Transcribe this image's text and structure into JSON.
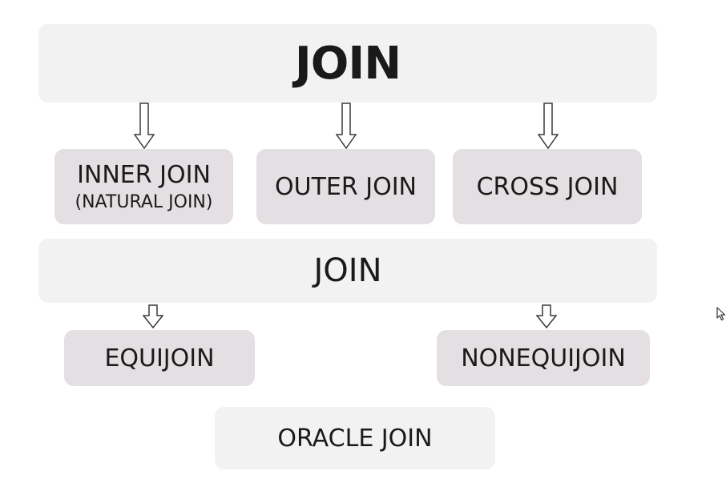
{
  "diagram": {
    "title": "JOIN",
    "types": {
      "inner": {
        "label": "INNER JOIN",
        "sublabel": "(NATURAL JOIN)"
      },
      "outer": {
        "label": "OUTER JOIN"
      },
      "cross": {
        "label": "CROSS JOIN"
      }
    },
    "join_label": "JOIN",
    "conditions": {
      "equi": "EQUIJOIN",
      "nonequi": "NONEQUIJOIN"
    },
    "oracle": "ORACLE JOIN"
  },
  "colors": {
    "light_box": "#f2f2f2",
    "mauve_box": "#e4dfe2",
    "text": "#1a1a1a"
  }
}
